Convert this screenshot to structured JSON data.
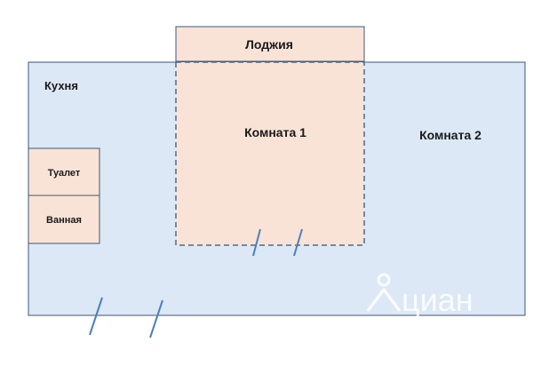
{
  "floor_plan": {
    "rooms": {
      "loggia": "Лоджия",
      "kitchen": "Кухня",
      "room1": "Комната 1",
      "room2": "Комната 2",
      "toilet": "Туалет",
      "bathroom": "Ванная"
    },
    "watermark": "циан",
    "colors": {
      "apartment_fill": "#dce8f5",
      "room_fill": "#f9e3d6",
      "outline": "#3c5878",
      "dashed_outline": "#4a6a8e",
      "door_mark": "#4a7fc0",
      "watermark": "#ffffff"
    }
  }
}
